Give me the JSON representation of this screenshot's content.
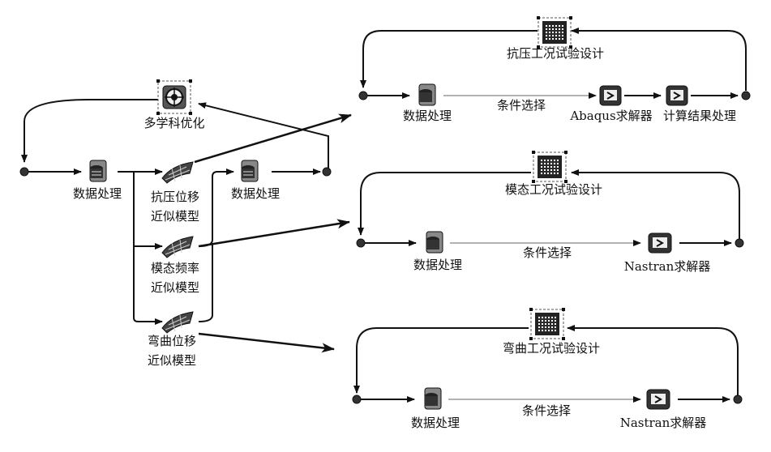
{
  "left": {
    "optimizer": "多学科优化",
    "data_process_in": "数据处理",
    "data_process_out": "数据处理",
    "approx_models": [
      {
        "line1": "抗压位移",
        "line2": "近似模型"
      },
      {
        "line1": "模态频率",
        "line2": "近似模型"
      },
      {
        "line1": "弯曲位移",
        "line2": "近似模型"
      }
    ]
  },
  "workflows": [
    {
      "title": "抗压工况试验设计",
      "data_process": "数据处理",
      "condition": "条件选择",
      "solver": "Abaqus求解器",
      "post": "计算结果处理"
    },
    {
      "title": "模态工况试验设计",
      "data_process": "数据处理",
      "condition": "条件选择",
      "solver": "Nastran求解器"
    },
    {
      "title": "弯曲工况试验设计",
      "data_process": "数据处理",
      "condition": "条件选择",
      "solver": "Nastran求解器"
    }
  ]
}
